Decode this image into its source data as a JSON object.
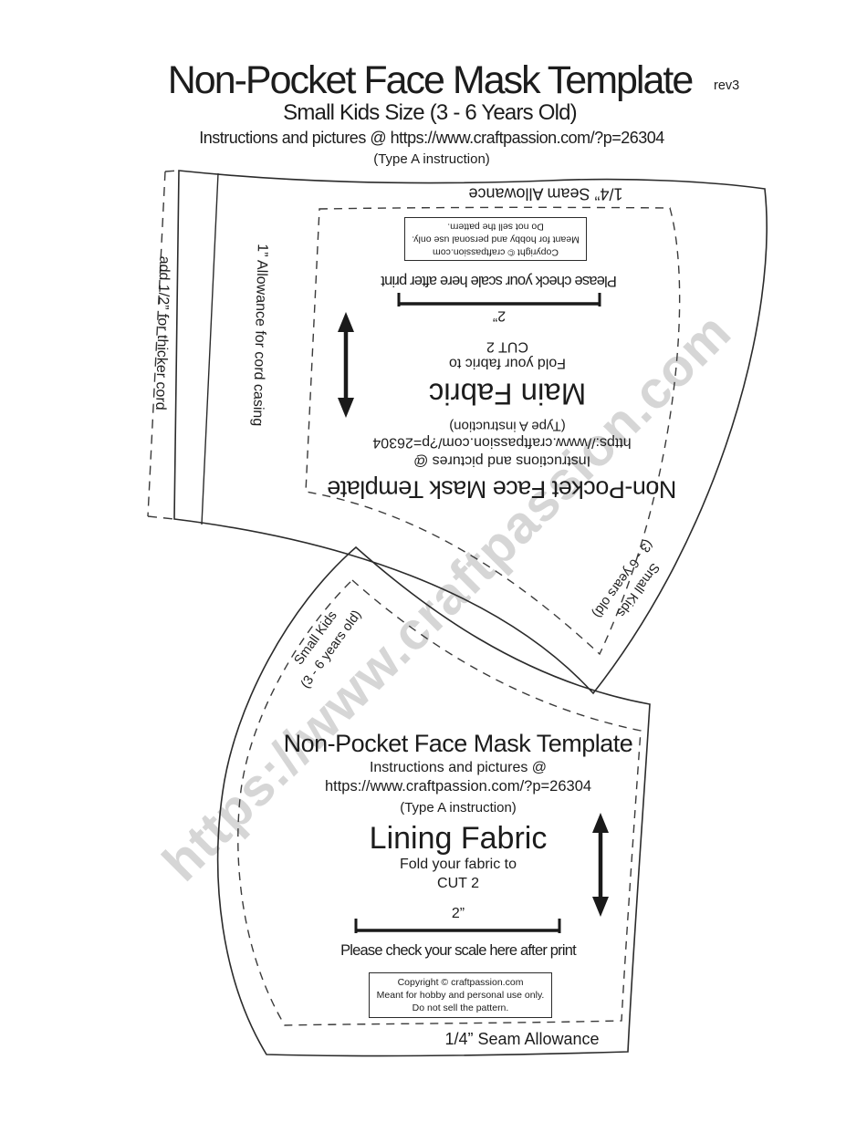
{
  "header": {
    "title": "Non-Pocket Face Mask Template",
    "revision": "rev3",
    "size_line": "Small Kids Size (3 - 6 Years Old)",
    "instructions_line": "Instructions and pictures @ https://www.craftpassion.com/?p=26304",
    "type_line": "(Type A  instruction)"
  },
  "watermark": {
    "text": "https://www.craftpassion.com",
    "color": "#d6d6d6"
  },
  "copyright_box": {
    "line1": "Copyright © craftpassion.com",
    "line2": "Meant for hobby and personal use only.",
    "line3": "Do not sell the pattern."
  },
  "main_piece": {
    "seam_allowance": "1/4” Seam Allowance",
    "scale_note": "Please check your scale here after print",
    "scale_label": "2”",
    "cut_label": "CUT 2",
    "fold_label": "Fold your fabric to",
    "fabric_name": "Main Fabric",
    "type_line": "(Type A  instruction)",
    "url": "https://www.craftpassion.com/?p=26304",
    "instructions_line": "Instructions and pictures @",
    "template_title": "Non-Pocket Face Mask Template",
    "size_label_line1": "Small Kids",
    "size_label_line2": "(3 - 6 years old)",
    "cord_outer_note": "add 1/2” for thicker cord",
    "cord_inner_note": "1” Allowance for cord casing"
  },
  "lining_piece": {
    "template_title": "Non-Pocket Face Mask Template",
    "instructions_line": "Instructions and pictures @",
    "url": "https://www.craftpassion.com/?p=26304",
    "type_line": "(Type A  instruction)",
    "fabric_name": "Lining Fabric",
    "fold_label": "Fold your fabric to",
    "cut_label": "CUT 2",
    "scale_label": "2”",
    "scale_note": "Please check your scale here after print",
    "seam_allowance": "1/4” Seam Allowance",
    "size_label_line1": "Small Kids",
    "size_label_line2": "(3 - 6 years old)"
  }
}
